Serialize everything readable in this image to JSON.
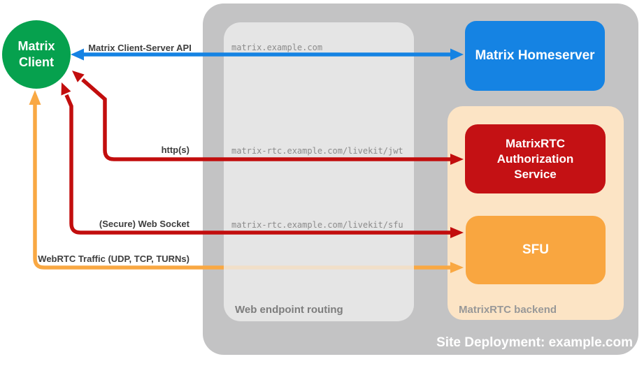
{
  "title": "MatrixRTC site deployment diagram",
  "nodes": {
    "client": {
      "label": "Matrix Client"
    },
    "homeserver": {
      "label": "Matrix Homeserver"
    },
    "auth_service": {
      "label": "MatrixRTC Authorization Service"
    },
    "sfu": {
      "label": "SFU"
    }
  },
  "containers": {
    "deployment": {
      "label": "Site Deployment: example.com"
    },
    "routing": {
      "label": "Web endpoint routing"
    },
    "backend": {
      "label": "MatrixRTC backend"
    }
  },
  "routes": {
    "homeserver": "matrix.example.com",
    "jwt": "matrix-rtc.example.com/livekit/jwt",
    "sfu": "matrix-rtc.example.com/livekit/sfu"
  },
  "arrows": {
    "client_server_api": {
      "label": "Matrix Client-Server API",
      "color": "#1583e3"
    },
    "https": {
      "label": "http(s)",
      "color": "#c20d0d"
    },
    "websocket": {
      "label": "(Secure) Web Socket",
      "color": "#c20d0d"
    },
    "webrtc": {
      "label": "WebRTC Traffic (UDP, TCP, TURNs)",
      "color": "#f9a843"
    }
  },
  "colors": {
    "client_green": "#06a14e",
    "homeserver_blue": "#1583e3",
    "auth_red": "#c41114",
    "sfu_orange": "#f9a640",
    "backend_peach": "#fce4c5",
    "deployment_gray": "#c3c3c4",
    "routing_gray": "rgba(238,238,238,0.78)",
    "blue_arrow": "#1583e3",
    "red_arrow": "#c20d0d",
    "orange_arrow": "#f9a843"
  }
}
